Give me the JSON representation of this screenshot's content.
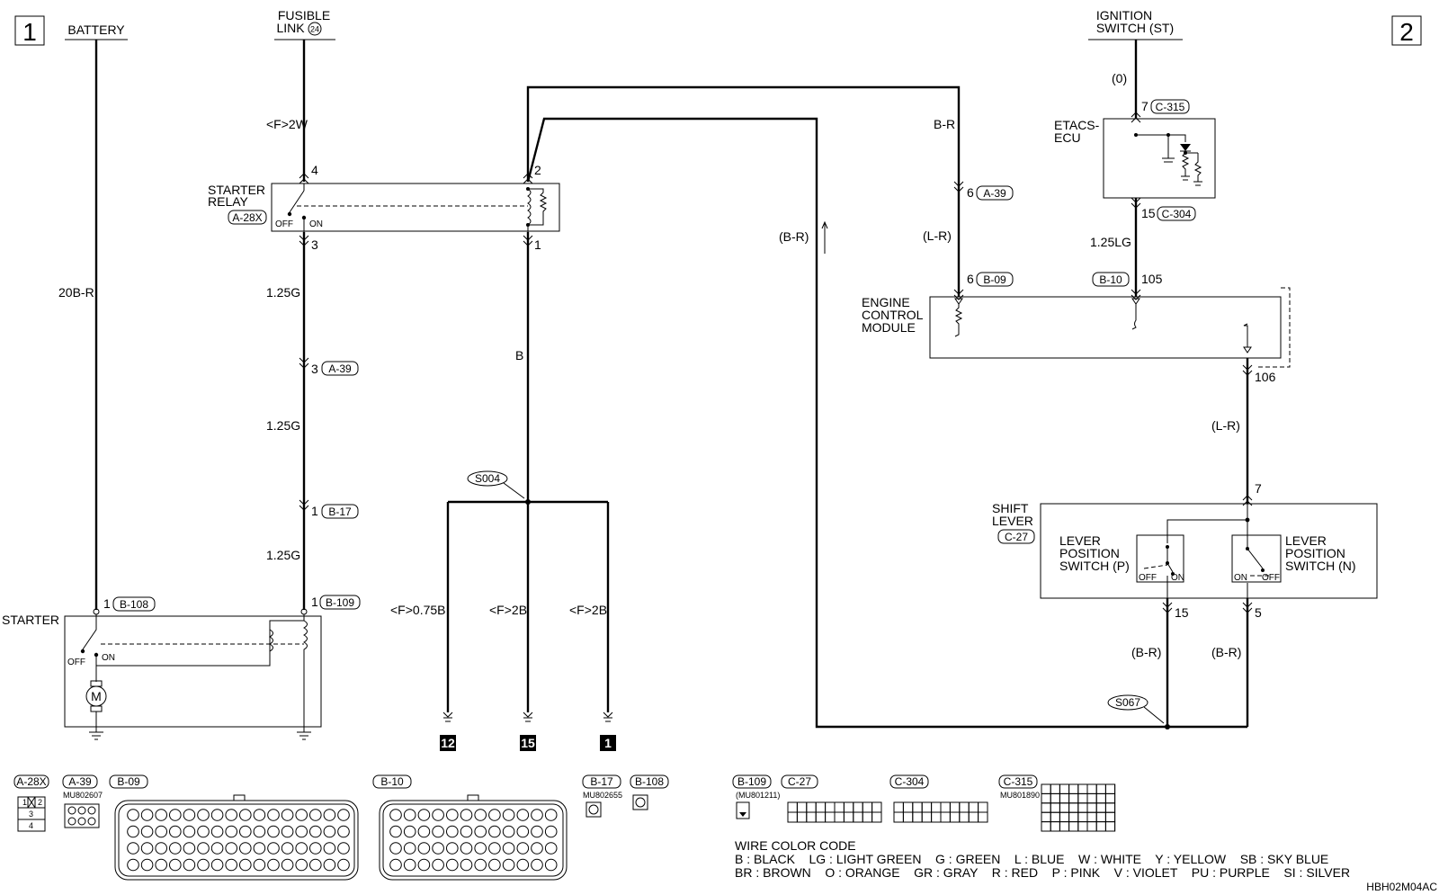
{
  "page_number_left": "1",
  "page_number_right": "2",
  "sources": {
    "battery": "BATTERY",
    "fusible_link": [
      "FUSIBLE",
      "LINK"
    ],
    "fusible_link_no": "24",
    "ignition_switch": [
      "IGNITION",
      "SWITCH (ST)"
    ]
  },
  "components": {
    "starter_relay": [
      "STARTER",
      "RELAY"
    ],
    "starter_relay_conn": "A-28X",
    "starter": "STARTER",
    "etacs": [
      "ETACS-",
      "ECU"
    ],
    "ecm": [
      "ENGINE",
      "CONTROL",
      "MODULE"
    ],
    "shift_lever": [
      "SHIFT",
      "LEVER"
    ],
    "shift_lever_conn": "C-27",
    "lps_p": [
      "LEVER",
      "POSITION",
      "SWITCH (P)"
    ],
    "lps_n": [
      "LEVER",
      "POSITION",
      "SWITCH (N)"
    ]
  },
  "switch_labels": {
    "off": "OFF",
    "on": "ON"
  },
  "motor_symbol": "M",
  "wires": {
    "battery_wire": "20B-R",
    "fusible_wire": "<F>2W",
    "relay_out_1": "1.25G",
    "relay_out_2": "1.25G",
    "relay_out_3": "1.25G",
    "relay_ground": "B",
    "br_long": "(B-R)",
    "br_top": "B-R",
    "lr_top": "(L-R)",
    "ign_wire": "(0)",
    "etacs_wire": "1.25LG",
    "lr_right": "(L-R)",
    "br_p": "(B-R)",
    "br_n": "(B-R)",
    "gnd_a": "<F>0.75B",
    "gnd_b": "<F>2B",
    "gnd_c": "<F>2B"
  },
  "pins": {
    "relay_4": "4",
    "relay_3": "3",
    "relay_2": "2",
    "relay_1": "1",
    "a39_left": "3",
    "b17": "1",
    "b108": "1",
    "b109": "1",
    "a39_right": "6",
    "b09": "6",
    "c315": "7",
    "c304": "15",
    "b10": "105",
    "ecm_106": "106",
    "shift_7": "7",
    "shift_15": "15",
    "shift_5": "5"
  },
  "connectors": {
    "a39": "A-39",
    "b17": "B-17",
    "b108": "B-108",
    "b109": "B-109",
    "b09": "B-09",
    "b10": "B-10",
    "c315": "C-315",
    "c304": "C-304"
  },
  "splices": {
    "s004": "S004",
    "s067": "S067"
  },
  "grounds": {
    "g12": "12",
    "g15": "15",
    "g1": "1"
  },
  "legend_connectors": {
    "a28x": "A-28X",
    "a39": "A-39",
    "a39_part": "MU802607",
    "b09": "B-09",
    "b10": "B-10",
    "b17": "B-17",
    "b17_part": "MU802655",
    "b108": "B-108",
    "b109": "B-109",
    "b109_part": "(MU801211)",
    "c27": "C-27",
    "c304": "C-304",
    "c315": "C-315",
    "c315_part": "MU801890"
  },
  "wire_color_code": {
    "title": "WIRE COLOR CODE",
    "row1": "B : BLACK    LG : LIGHT GREEN    G : GREEN    L : BLUE    W : WHITE    Y : YELLOW    SB : SKY BLUE",
    "row2": "BR : BROWN    O : ORANGE    GR : GRAY    R : RED    P : PINK    V : VIOLET    PU : PURPLE    SI : SILVER"
  },
  "drawing_code": "HBH02M04AC"
}
